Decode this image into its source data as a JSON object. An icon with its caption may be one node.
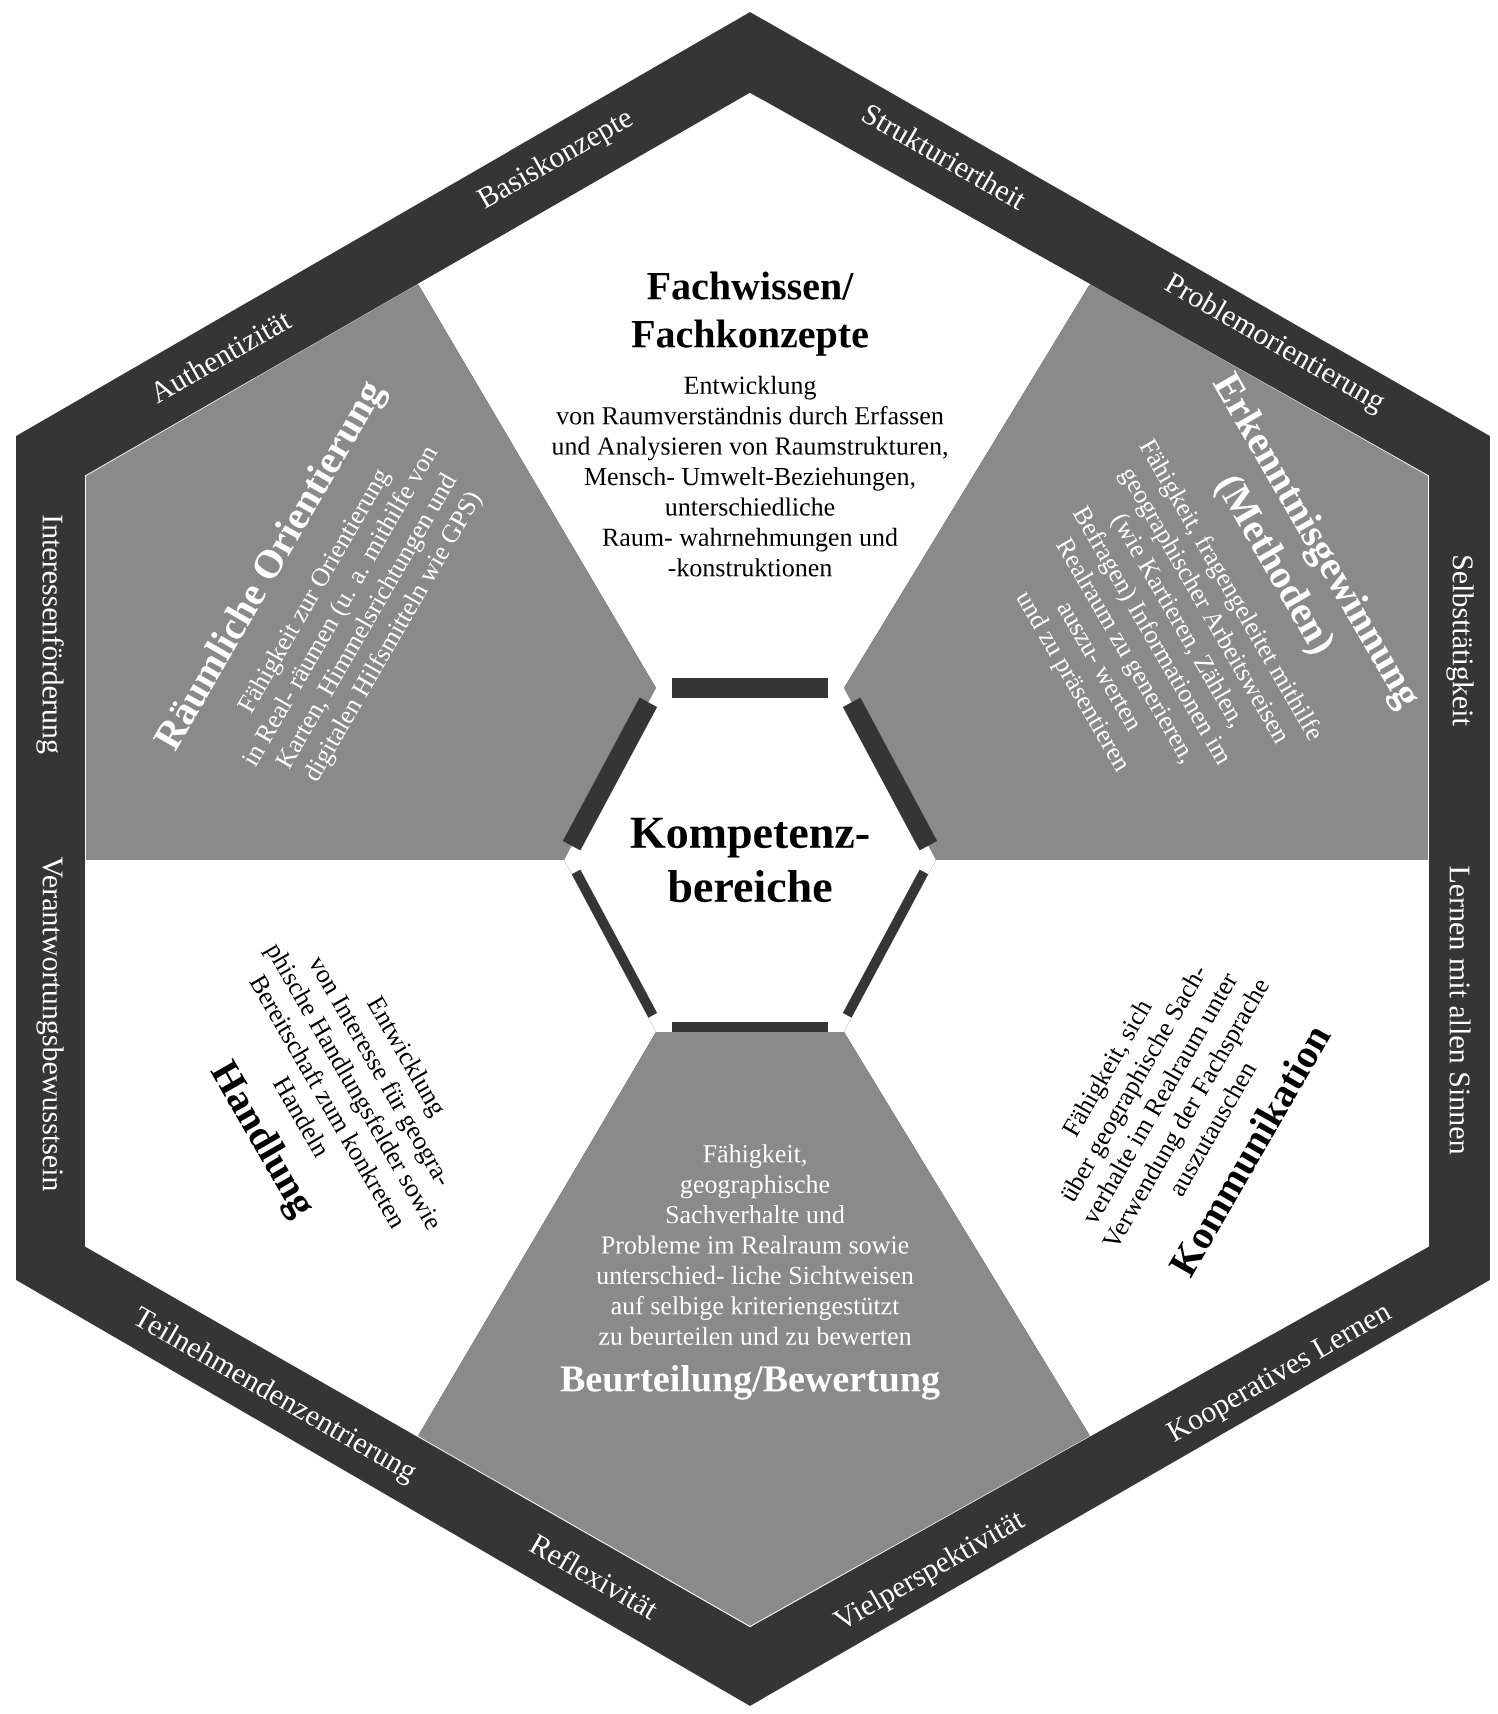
{
  "diagram": {
    "nodes": [
      {
        "text": [
          "Fachwissen/ Fachkonzepte",
          "Entwicklung von Raumverständnis durch Erfassen und Analysieren von Raumstrukturen, Mensch- Umwelt-Beziehungen, unterschiedliche Raum- wahrnehmungen und -konstruktionen"
        ]
      },
      {
        "text": [
          "Räumliche Orientierung",
          "Fähigkeit zur Orientierung in Real- räumen (u. a. mithilfe von Karten, Himmelsrichtungen und digitalen Hilfsmitteln wie GPS)"
        ]
      },
      {
        "text": [
          "Erkenntnisgewinnung (Methoden)",
          "Fähigkeit, fragengeleitet mithilfe geographischer Arbeitsweisen (wie Kartieren, Zählen, Befragen) Informationen im Realraum zu generieren, auszu- werten und zu präsentieren"
        ]
      },
      {
        "text": [
          "Kompetenz- bereiche"
        ]
      },
      {
        "text": [
          "Entwicklung von Interesse für geogra- phische Handlungsfelder sowie Bereitschaft zum konkreten Handeln",
          "Handlung"
        ]
      },
      {
        "text": [
          "Fähigkeit, sich über geographische Sach- verhalte im Realraum unter Verwendung der Fachsprache auszutauschen",
          "Kommunikation"
        ]
      },
      {
        "text": [
          "Fähigkeit, geographische Sachverhalte und Probleme im Realraum sowie unterschied- liche Sichtweisen auf selbige kriteriengestützt zu beurteilen und zu bewerten",
          "Beurteilung/Bewertung"
        ]
      }
    ],
    "labels": [
      "Basiskonzepte",
      "Strukturiertheit",
      "Authentizität",
      "Problemorientierung",
      "Interessenförderung",
      "Selbsttätigkeit",
      "Verantwortungsbewusstsein",
      "Lernen mit allen Sinnen",
      "Teilnehmendenzentrierung",
      "Kooperatives Lernen",
      "Reflexivität",
      "Vielperspektivität"
    ]
  }
}
